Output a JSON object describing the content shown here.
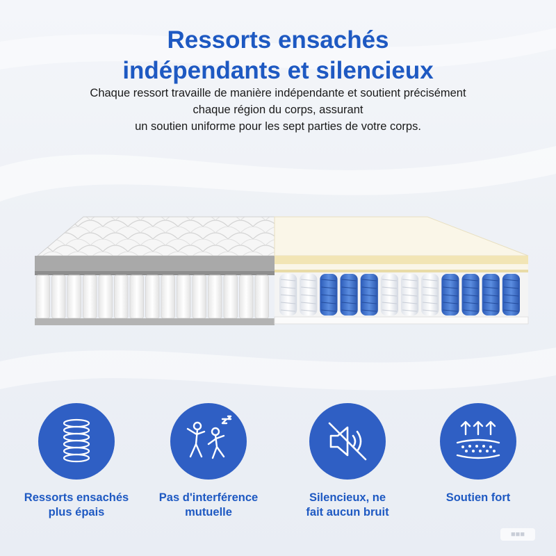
{
  "header": {
    "title_line1": "Ressorts ensachés",
    "title_line2": "indépendants et silencieux",
    "subtitle_line1": "Chaque ressort travaille de manière indépendante et soutient précisément",
    "subtitle_line2": "chaque région du corps, assurant",
    "subtitle_line3": "un soutien uniforme pour les sept parties de votre corps."
  },
  "features": [
    {
      "icon": "coil-spring-icon",
      "line1": "Ressorts ensachés",
      "line2": "plus épais"
    },
    {
      "icon": "sleeping-people-icon",
      "line1": "Pas d'interférence",
      "line2": "mutuelle"
    },
    {
      "icon": "muted-speaker-icon",
      "line1": "Silencieux, ne",
      "line2": "fait aucun bruit"
    },
    {
      "icon": "firm-support-icon",
      "line1": "Soutien fort",
      "line2": ""
    }
  ],
  "colors": {
    "accent": "#1e59c2",
    "icon_circle": "#2f5fc4",
    "spring_blue": "#3a6fd0",
    "foam_yellow": "#f2e5b5"
  },
  "spring_pattern": [
    "white",
    "white",
    "blue",
    "blue",
    "blue",
    "white",
    "white",
    "white",
    "blue",
    "blue",
    "blue",
    "blue"
  ]
}
